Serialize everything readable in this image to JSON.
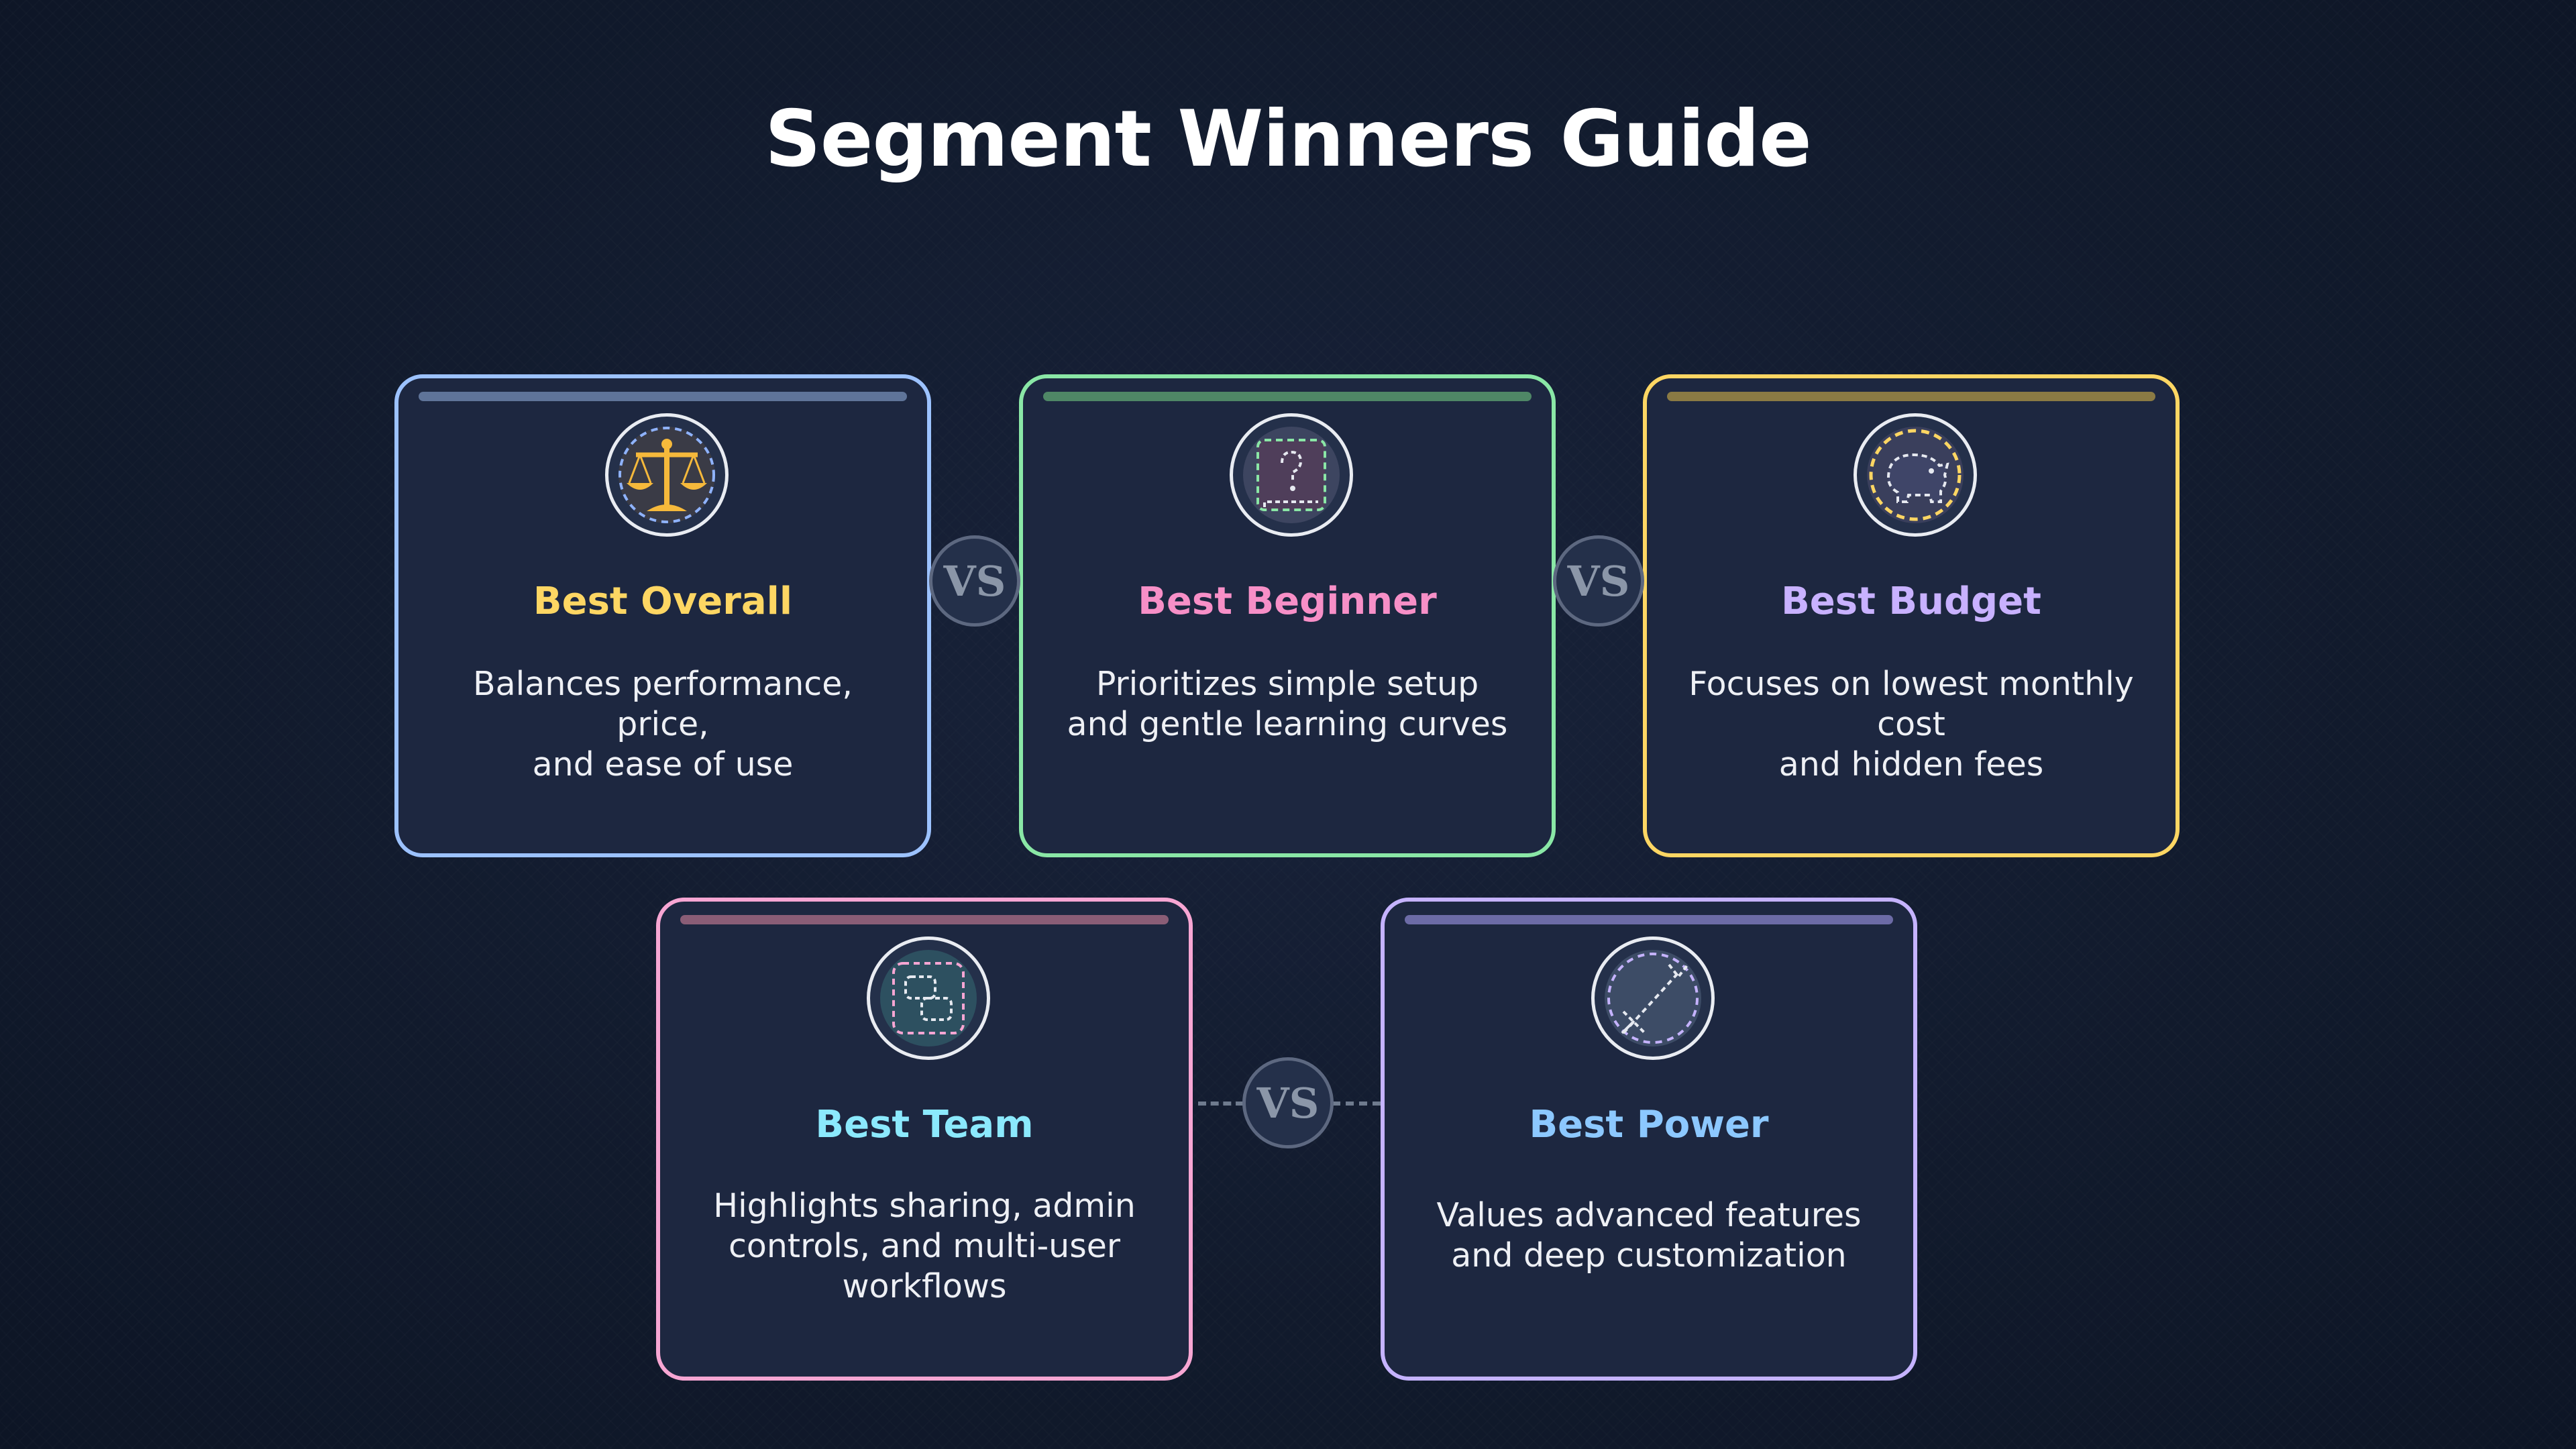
{
  "title": "Segment Winners Guide",
  "vs_label": "VS",
  "cards": [
    {
      "heading": "Best Overall",
      "line1": "Balances performance, price,",
      "line2": "and ease of use",
      "line3": "",
      "border": "#9cc2ff",
      "bar": "#5f7499",
      "heading_color": "#fdd663",
      "icon": "scale-icon"
    },
    {
      "heading": "Best Beginner",
      "line1": "Prioritizes simple setup",
      "line2": "and gentle learning curves",
      "line3": "",
      "border": "#8ae7a6",
      "bar": "#4f8766",
      "heading_color": "#f78fc7",
      "icon": "question-card-icon"
    },
    {
      "heading": "Best Budget",
      "line1": "Focuses on lowest monthly cost",
      "line2": "and hidden fees",
      "line3": "",
      "border": "#fdd663",
      "bar": "#8a7a44",
      "heading_color": "#c8b1ff",
      "icon": "piggy-bank-icon"
    },
    {
      "heading": "Best Team",
      "line1": "Highlights sharing, admin",
      "line2": "controls, and multi-user",
      "line3": "workflows",
      "border": "#f7a6d3",
      "bar": "#8a5d76",
      "heading_color": "#8be9fd",
      "icon": "link-icon"
    },
    {
      "heading": "Best Power",
      "line1": "Values advanced features",
      "line2": "and deep customization",
      "line3": "",
      "border": "#c5b3ff",
      "bar": "#6c6ba6",
      "heading_color": "#8cc8ff",
      "icon": "tools-icon"
    }
  ]
}
